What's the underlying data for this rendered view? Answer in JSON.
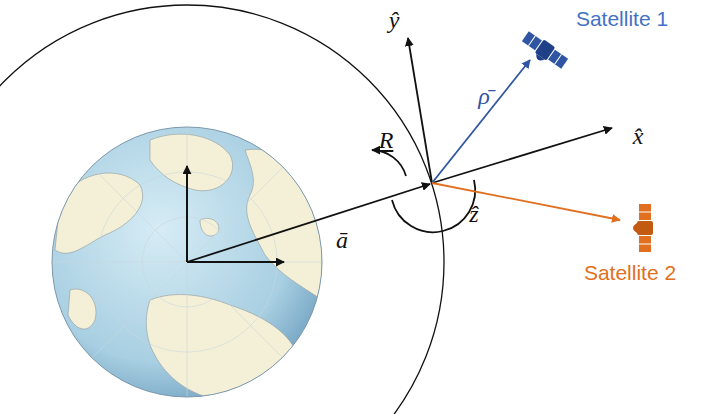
{
  "diagram": {
    "labels": [
      "ŷ",
      "Satellite 1",
      "ρ̄",
      "R",
      "x̂",
      "ẑ",
      "ā",
      "Satellite 2"
    ]
  }
}
